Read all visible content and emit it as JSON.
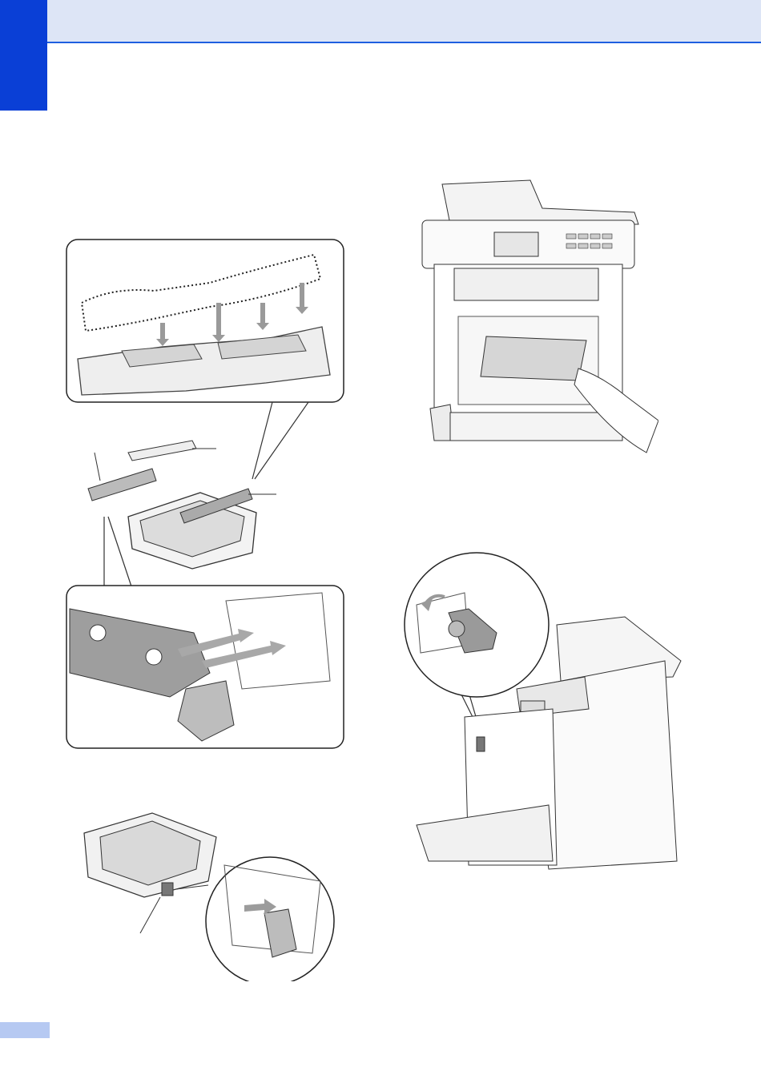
{
  "page": {
    "theme": {
      "header_band_color": "#dde5f6",
      "header_rule_color": "#1f5fe0",
      "side_tab_color": "#0a3fd6",
      "footer_band_color": "#b6c9f2"
    },
    "illustrations": [
      {
        "id": "drum-cover-zoom",
        "icon": "drum-cover-fitting-icon"
      },
      {
        "id": "drum-unit-exploded",
        "icon": "drum-unit-parts-icon"
      },
      {
        "id": "drum-side-clip-zoom",
        "icon": "drum-side-clip-icon"
      },
      {
        "id": "drum-unit-bottom-cap",
        "icon": "drum-unit-cap-icon"
      },
      {
        "id": "printer-front-paper",
        "icon": "printer-paper-insert-icon"
      },
      {
        "id": "printer-lock-lever",
        "icon": "printer-lock-lever-icon"
      }
    ]
  }
}
